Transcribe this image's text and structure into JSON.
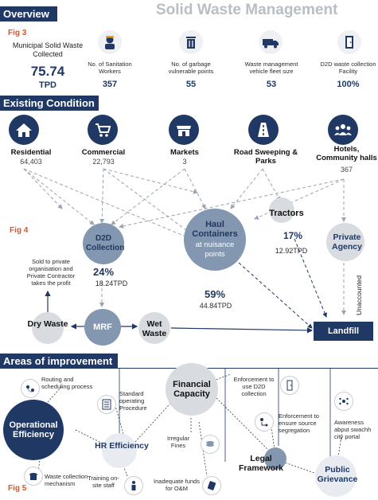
{
  "page_title": "Solid Waste Management",
  "overview": {
    "heading": "Overview",
    "fig": "Fig 3",
    "msw_label": "Municipal Solid Waste Collected",
    "msw_value": "75.74",
    "msw_unit": "TPD",
    "stats": [
      {
        "label": "No. of Sanitation Workers",
        "value": "357",
        "icon": "worker-icon"
      },
      {
        "label": "No. of garbage vulnerable points",
        "value": "55",
        "icon": "trash-bin-icon"
      },
      {
        "label": "Waste management vehicle fleet size",
        "value": "53",
        "icon": "truck-icon"
      },
      {
        "label": "D2D waste collection Facility",
        "value": "100%",
        "icon": "door-icon"
      }
    ]
  },
  "existing": {
    "heading": "Existing Condition",
    "fig": "Fig 4",
    "sources": [
      {
        "label": "Residential",
        "value": "64,403",
        "icon": "house-icon"
      },
      {
        "label": "Commercial",
        "value": "22,793",
        "icon": "cart-icon"
      },
      {
        "label": "Markets",
        "value": "3",
        "icon": "market-icon"
      },
      {
        "label": "Road Sweeping & Parks",
        "value": "",
        "icon": "road-icon"
      },
      {
        "label": "Hotels, Community halls",
        "value": "367",
        "icon": "people-icon"
      }
    ],
    "d2d": {
      "label": "D2D Collection",
      "pct": "24%",
      "tpd": "18.24TPD"
    },
    "haul": {
      "title": "Haul Containers",
      "sub": "at nuisance points",
      "pct": "59%",
      "tpd": "44.84TPD"
    },
    "tractors": {
      "label": "Tractors",
      "pct": "17%",
      "tpd": "12.92TPD"
    },
    "private": {
      "label": "Private Agency"
    },
    "unaccounted": "Unaccounted",
    "sold_note": "Sold to private organisation and Private Contractor takes the profit",
    "dry": "Dry Waste",
    "mrf": "MRF",
    "wet": "Wet Waste",
    "landfill": "Landfill"
  },
  "improvement": {
    "heading": "Areas of improvement",
    "fig": "Fig 5",
    "hubs": {
      "operational": "Operational Efficiency",
      "hr": "HR Efficiency",
      "financial": "Financial Capacity",
      "legal": "Legal Framework",
      "public": "Public Grievance"
    },
    "items": {
      "routing": "Routing and scheduling process",
      "sop": "Standard operating Procedure",
      "waste_mech": "Waste collection mechanism",
      "training": "Training on-site staff",
      "fines": "Irregular Fines",
      "funds": "Inadequate funds for O&M",
      "enf_d2d": "Enforcement to use D2D collection",
      "enf_src": "Enforcement to ensure source segregation",
      "awareness": "Awareness about swachh city portal"
    }
  }
}
